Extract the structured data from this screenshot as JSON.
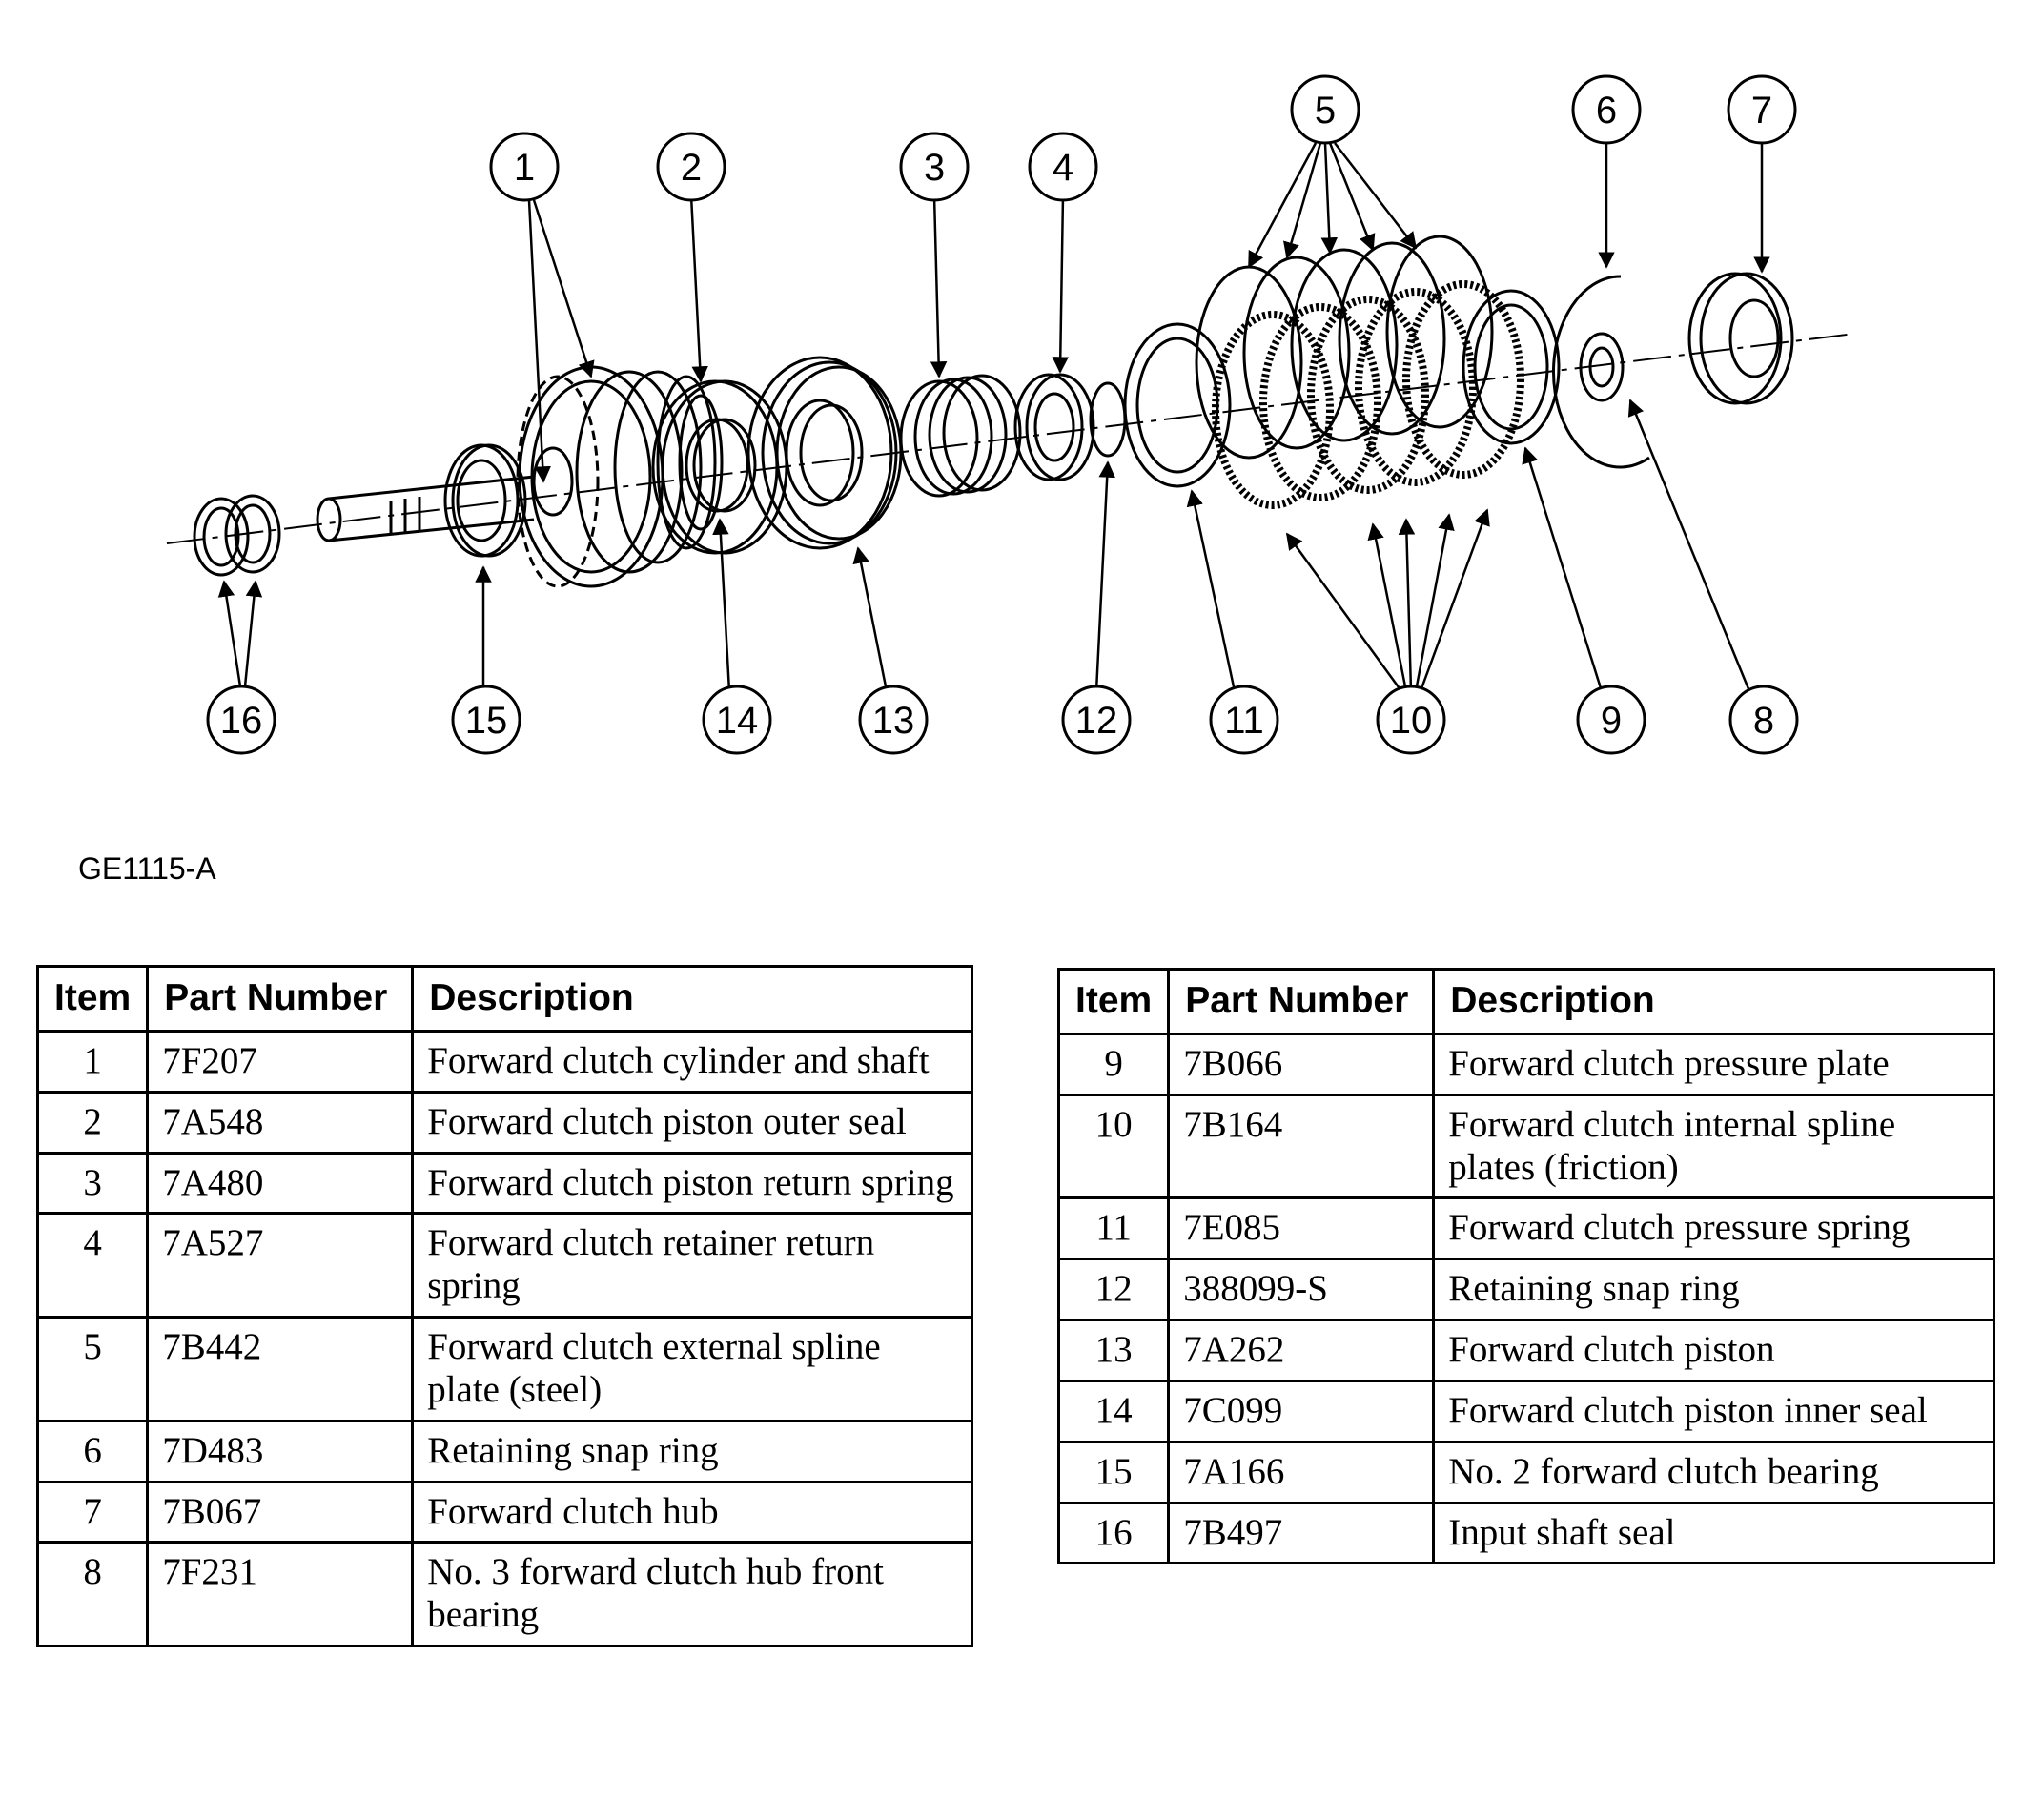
{
  "figure_code": "GE1115-A",
  "callouts": [
    "1",
    "2",
    "3",
    "4",
    "5",
    "6",
    "7",
    "8",
    "9",
    "10",
    "11",
    "12",
    "13",
    "14",
    "15",
    "16"
  ],
  "table_headers": {
    "item": "Item",
    "part_number": "Part Number",
    "description": "Description"
  },
  "parts_left": [
    {
      "item": "1",
      "part_number": "7F207",
      "description": "Forward clutch cylinder and shaft"
    },
    {
      "item": "2",
      "part_number": "7A548",
      "description": "Forward clutch piston outer seal"
    },
    {
      "item": "3",
      "part_number": "7A480",
      "description": "Forward clutch piston return spring"
    },
    {
      "item": "4",
      "part_number": "7A527",
      "description": "Forward clutch retainer return spring"
    },
    {
      "item": "5",
      "part_number": "7B442",
      "description": "Forward clutch external spline plate (steel)"
    },
    {
      "item": "6",
      "part_number": "7D483",
      "description": "Retaining snap ring"
    },
    {
      "item": "7",
      "part_number": "7B067",
      "description": "Forward clutch hub"
    },
    {
      "item": "8",
      "part_number": "7F231",
      "description": "No. 3 forward clutch hub front bearing"
    }
  ],
  "parts_right": [
    {
      "item": "9",
      "part_number": "7B066",
      "description": "Forward clutch pressure plate"
    },
    {
      "item": "10",
      "part_number": "7B164",
      "description": "Forward clutch internal spline plates (friction)"
    },
    {
      "item": "11",
      "part_number": "7E085",
      "description": "Forward clutch pressure spring"
    },
    {
      "item": "12",
      "part_number": "388099-S",
      "description": "Retaining snap ring"
    },
    {
      "item": "13",
      "part_number": "7A262",
      "description": "Forward clutch piston"
    },
    {
      "item": "14",
      "part_number": "7C099",
      "description": "Forward clutch piston inner seal"
    },
    {
      "item": "15",
      "part_number": "7A166",
      "description": "No. 2 forward clutch bearing"
    },
    {
      "item": "16",
      "part_number": "7B497",
      "description": "Input shaft seal"
    }
  ]
}
